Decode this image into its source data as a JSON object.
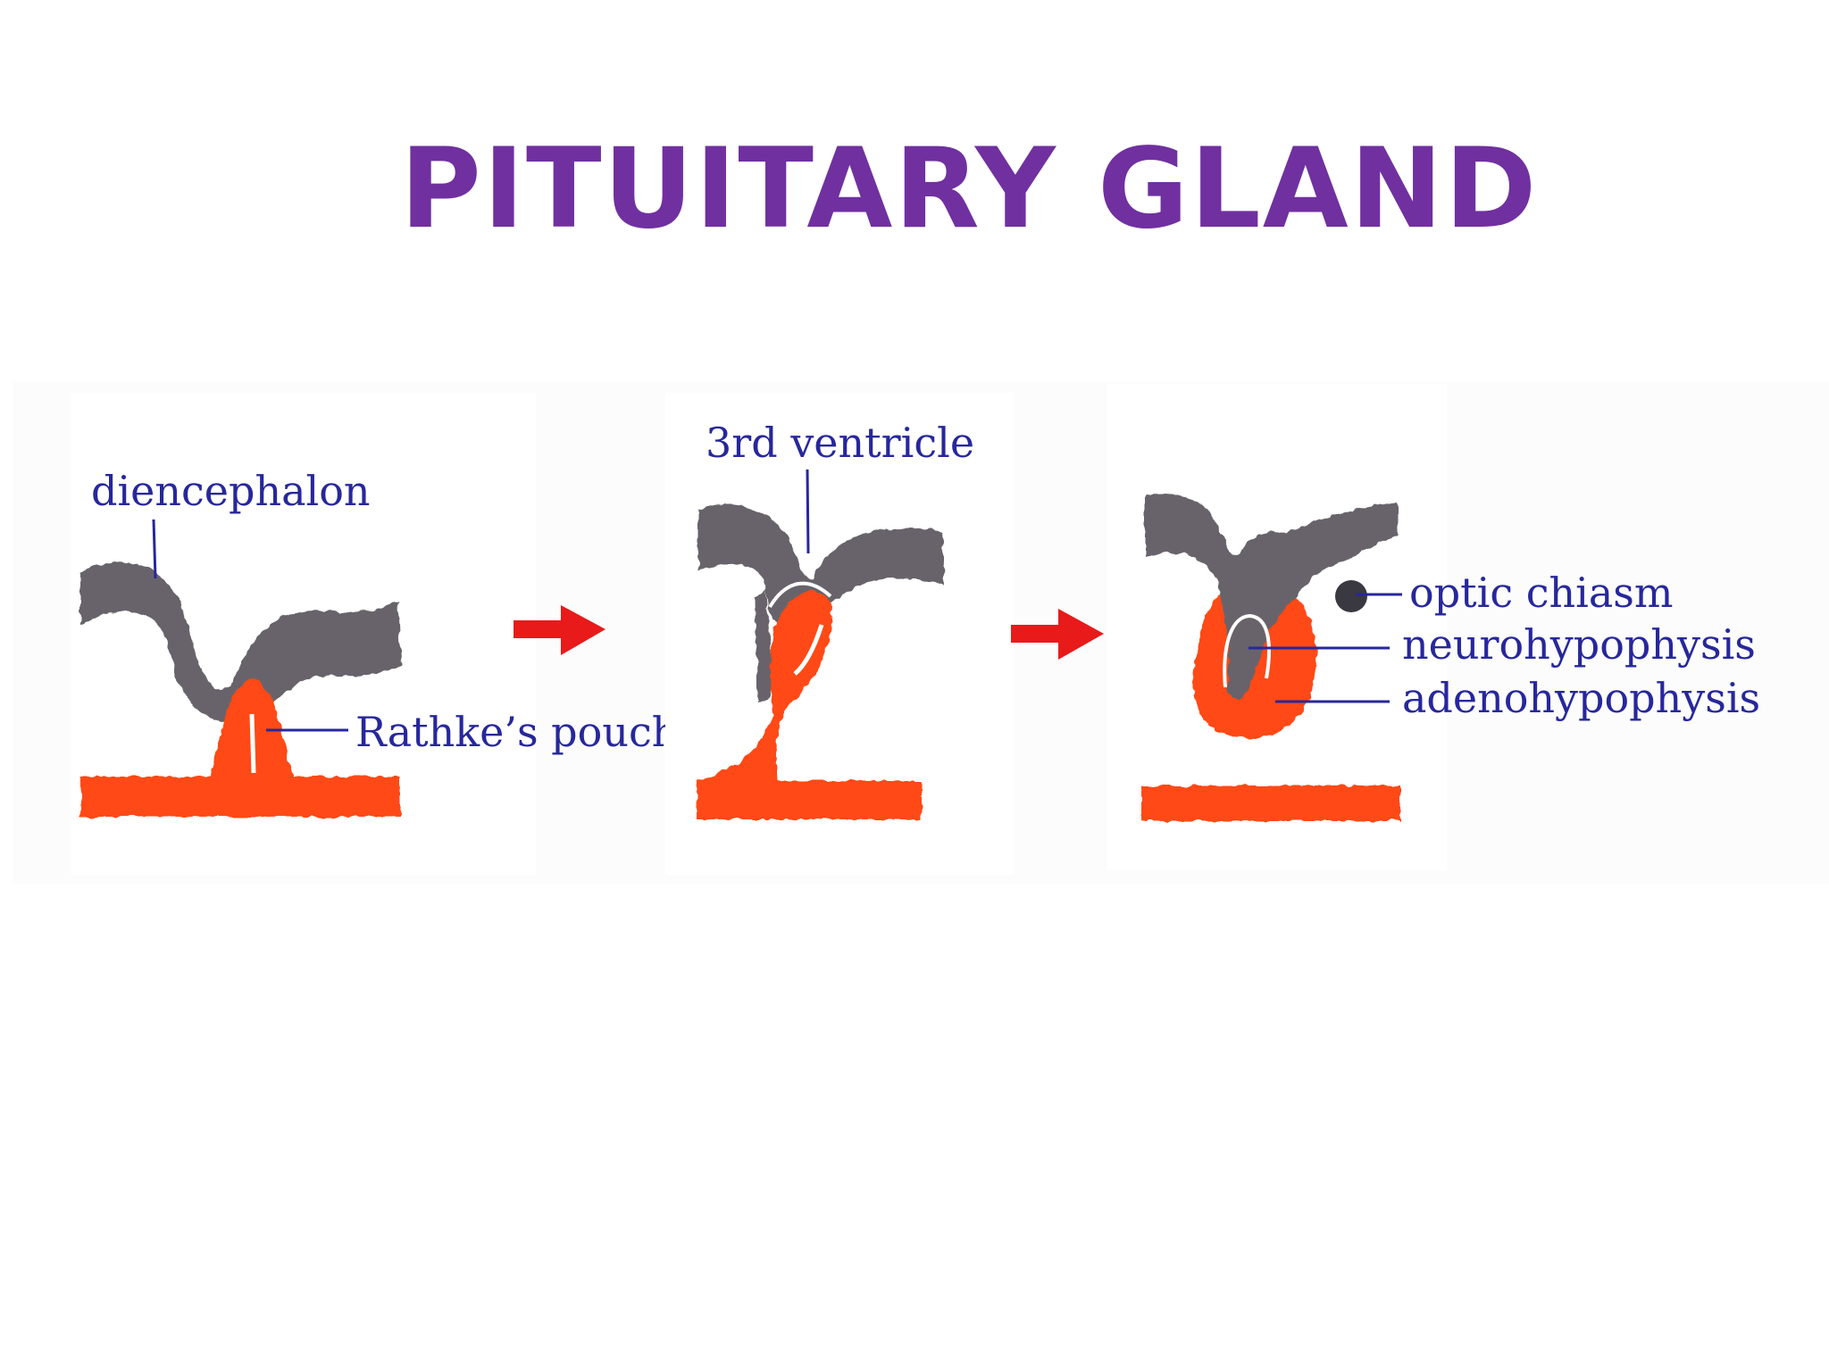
{
  "slide": {
    "title": "PITUITARY GLAND",
    "colors": {
      "title": "#7030a0",
      "label_text": "#27279c",
      "neural_tissue": "#67646a",
      "oral_ectoderm": "#ff4a14",
      "arrow": "#e81a1a"
    }
  },
  "diagram": {
    "stages": [
      {
        "labels": {
          "diencephalon": "diencephalon",
          "rathkes_pouch": "Rathke’s pouch"
        }
      },
      {
        "labels": {
          "third_ventricle": "3rd ventricle"
        }
      },
      {
        "labels": {
          "optic_chiasm": "optic chiasm",
          "neurohypophysis": "neurohypophysis",
          "adenohypophysis": "adenohypophysis"
        }
      }
    ],
    "arrows": [
      {
        "icon": "right-arrow-icon"
      },
      {
        "icon": "right-arrow-icon"
      }
    ]
  }
}
